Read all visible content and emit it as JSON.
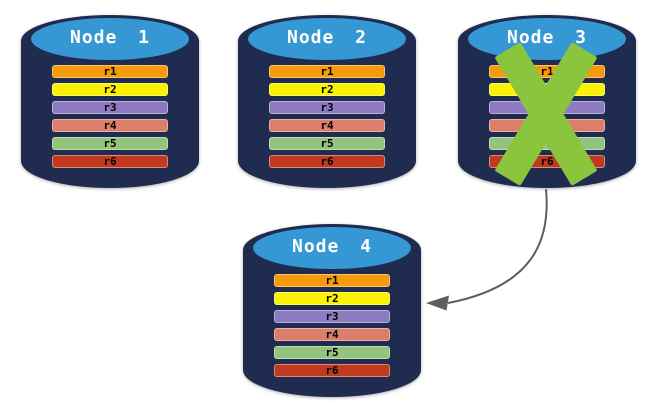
{
  "canvas": {
    "background": "#FFFFFF"
  },
  "colors": {
    "cylinder_body": "#1F2B4F",
    "cylinder_top": "#3598D4",
    "failure_x": "#8BC53E",
    "arrow": "#5E5E5E"
  },
  "nodes": [
    {
      "title": "Node 1",
      "status": "active",
      "replicas": [
        {
          "label": "r1",
          "color": "#F59B0B"
        },
        {
          "label": "r2",
          "color": "#FBF203"
        },
        {
          "label": "r3",
          "color": "#8C7BC1"
        },
        {
          "label": "r4",
          "color": "#DC7E6B"
        },
        {
          "label": "r5",
          "color": "#93C47D"
        },
        {
          "label": "r6",
          "color": "#C23A1E"
        }
      ]
    },
    {
      "title": "Node 2",
      "status": "active",
      "replicas": [
        {
          "label": "r1",
          "color": "#F59B0B"
        },
        {
          "label": "r2",
          "color": "#FBF203"
        },
        {
          "label": "r3",
          "color": "#8C7BC1"
        },
        {
          "label": "r4",
          "color": "#DC7E6B"
        },
        {
          "label": "r5",
          "color": "#93C47D"
        },
        {
          "label": "r6",
          "color": "#C23A1E"
        }
      ]
    },
    {
      "title": "Node 3",
      "status": "failed",
      "replicas": [
        {
          "label": "r1",
          "color": "#F59B0B"
        },
        {
          "label": "r2",
          "color": "#FBF203"
        },
        {
          "label": "r3",
          "color": "#8C7BC1"
        },
        {
          "label": "r4",
          "color": "#DC7E6B"
        },
        {
          "label": "r5",
          "color": "#93C47D"
        },
        {
          "label": "r6",
          "color": "#C23A1E"
        }
      ]
    },
    {
      "title": "Node 4",
      "status": "active",
      "replicas": [
        {
          "label": "r1",
          "color": "#F59B0B"
        },
        {
          "label": "r2",
          "color": "#FBF203"
        },
        {
          "label": "r3",
          "color": "#8C7BC1"
        },
        {
          "label": "r4",
          "color": "#DC7E6B"
        },
        {
          "label": "r5",
          "color": "#93C47D"
        },
        {
          "label": "r6",
          "color": "#C23A1E"
        }
      ]
    }
  ],
  "arrow": {
    "from": "Node 3",
    "to": "Node 4"
  }
}
